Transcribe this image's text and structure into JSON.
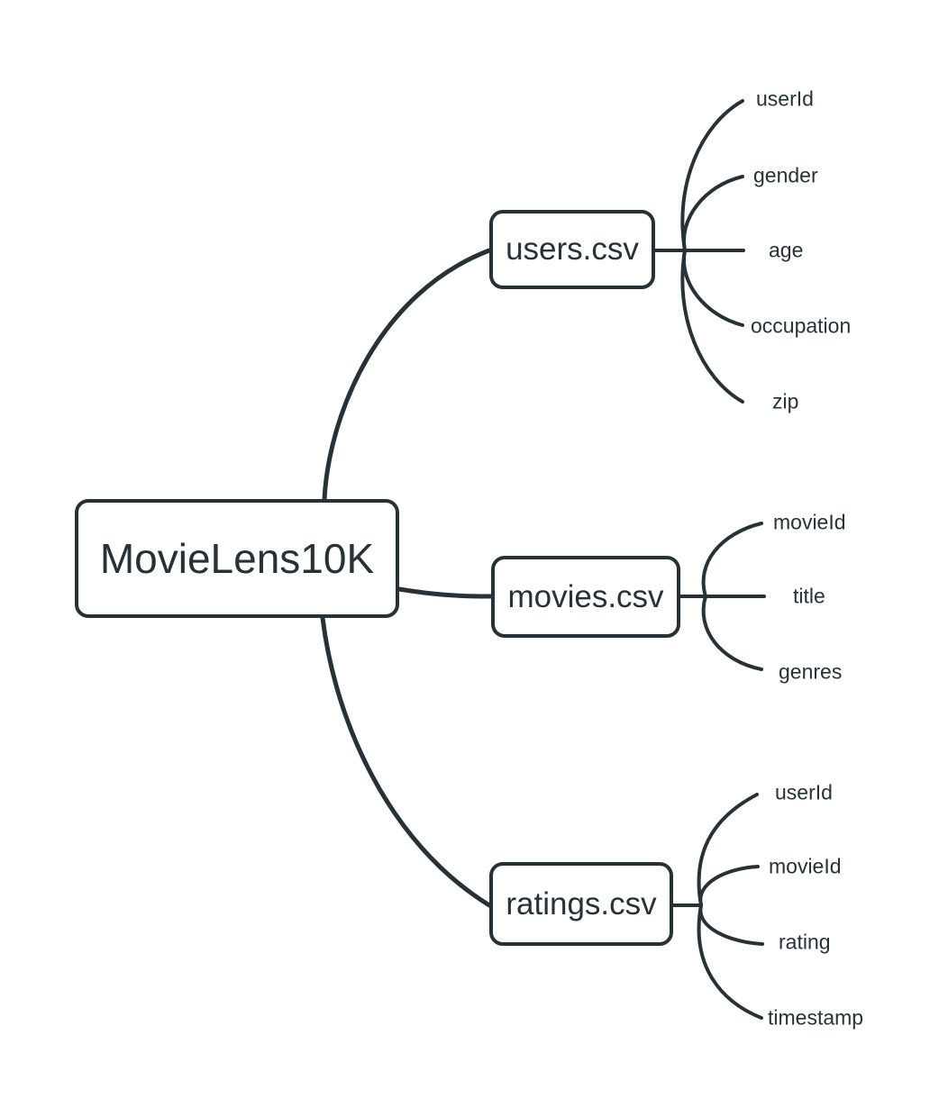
{
  "colors": {
    "ink": "#263238",
    "node_fill": "#ffffff",
    "background": "#ffffff"
  },
  "diagram": {
    "type": "mindmap",
    "root": {
      "label": "MovieLens10K"
    },
    "branches": [
      {
        "label": "users.csv",
        "children": [
          "userId",
          "gender",
          "age",
          "occupation",
          "zip"
        ]
      },
      {
        "label": "movies.csv",
        "children": [
          "movieId",
          "title",
          "genres"
        ]
      },
      {
        "label": "ratings.csv",
        "children": [
          "userId",
          "movieId",
          "rating",
          "timestamp"
        ]
      }
    ]
  }
}
